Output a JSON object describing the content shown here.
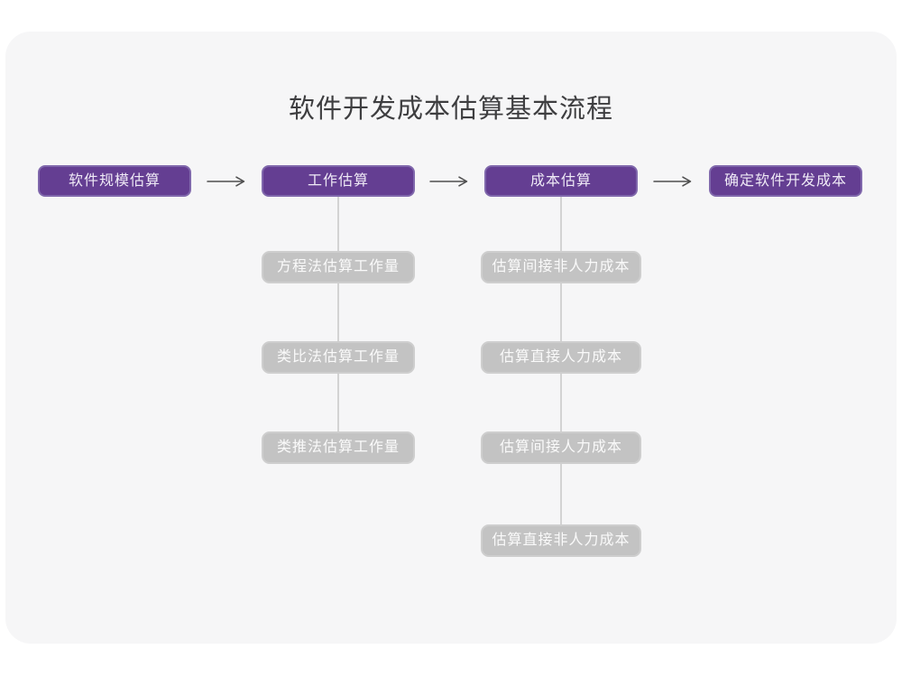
{
  "title": "软件开发成本估算基本流程",
  "colors": {
    "accent_purple": "#643e92",
    "accent_purple_border": "#8068ac",
    "sub_box_gray": "#c3c3c3",
    "card_background": "#f6f6f7",
    "connector_line": "#d3d3d3",
    "arrow": "#4f4f4f",
    "title_text": "#3e3e40"
  },
  "stages": [
    {
      "label": "软件规模估算"
    },
    {
      "label": "工作估算"
    },
    {
      "label": "成本估算"
    },
    {
      "label": "确定软件开发成本"
    }
  ],
  "work_estimation_methods": [
    "方程法估算工作量",
    "类比法估算工作量",
    "类推法估算工作量"
  ],
  "cost_estimation_steps": [
    "估算间接非人力成本",
    "估算直接人力成本",
    "估算间接人力成本",
    "估算直接非人力成本"
  ]
}
